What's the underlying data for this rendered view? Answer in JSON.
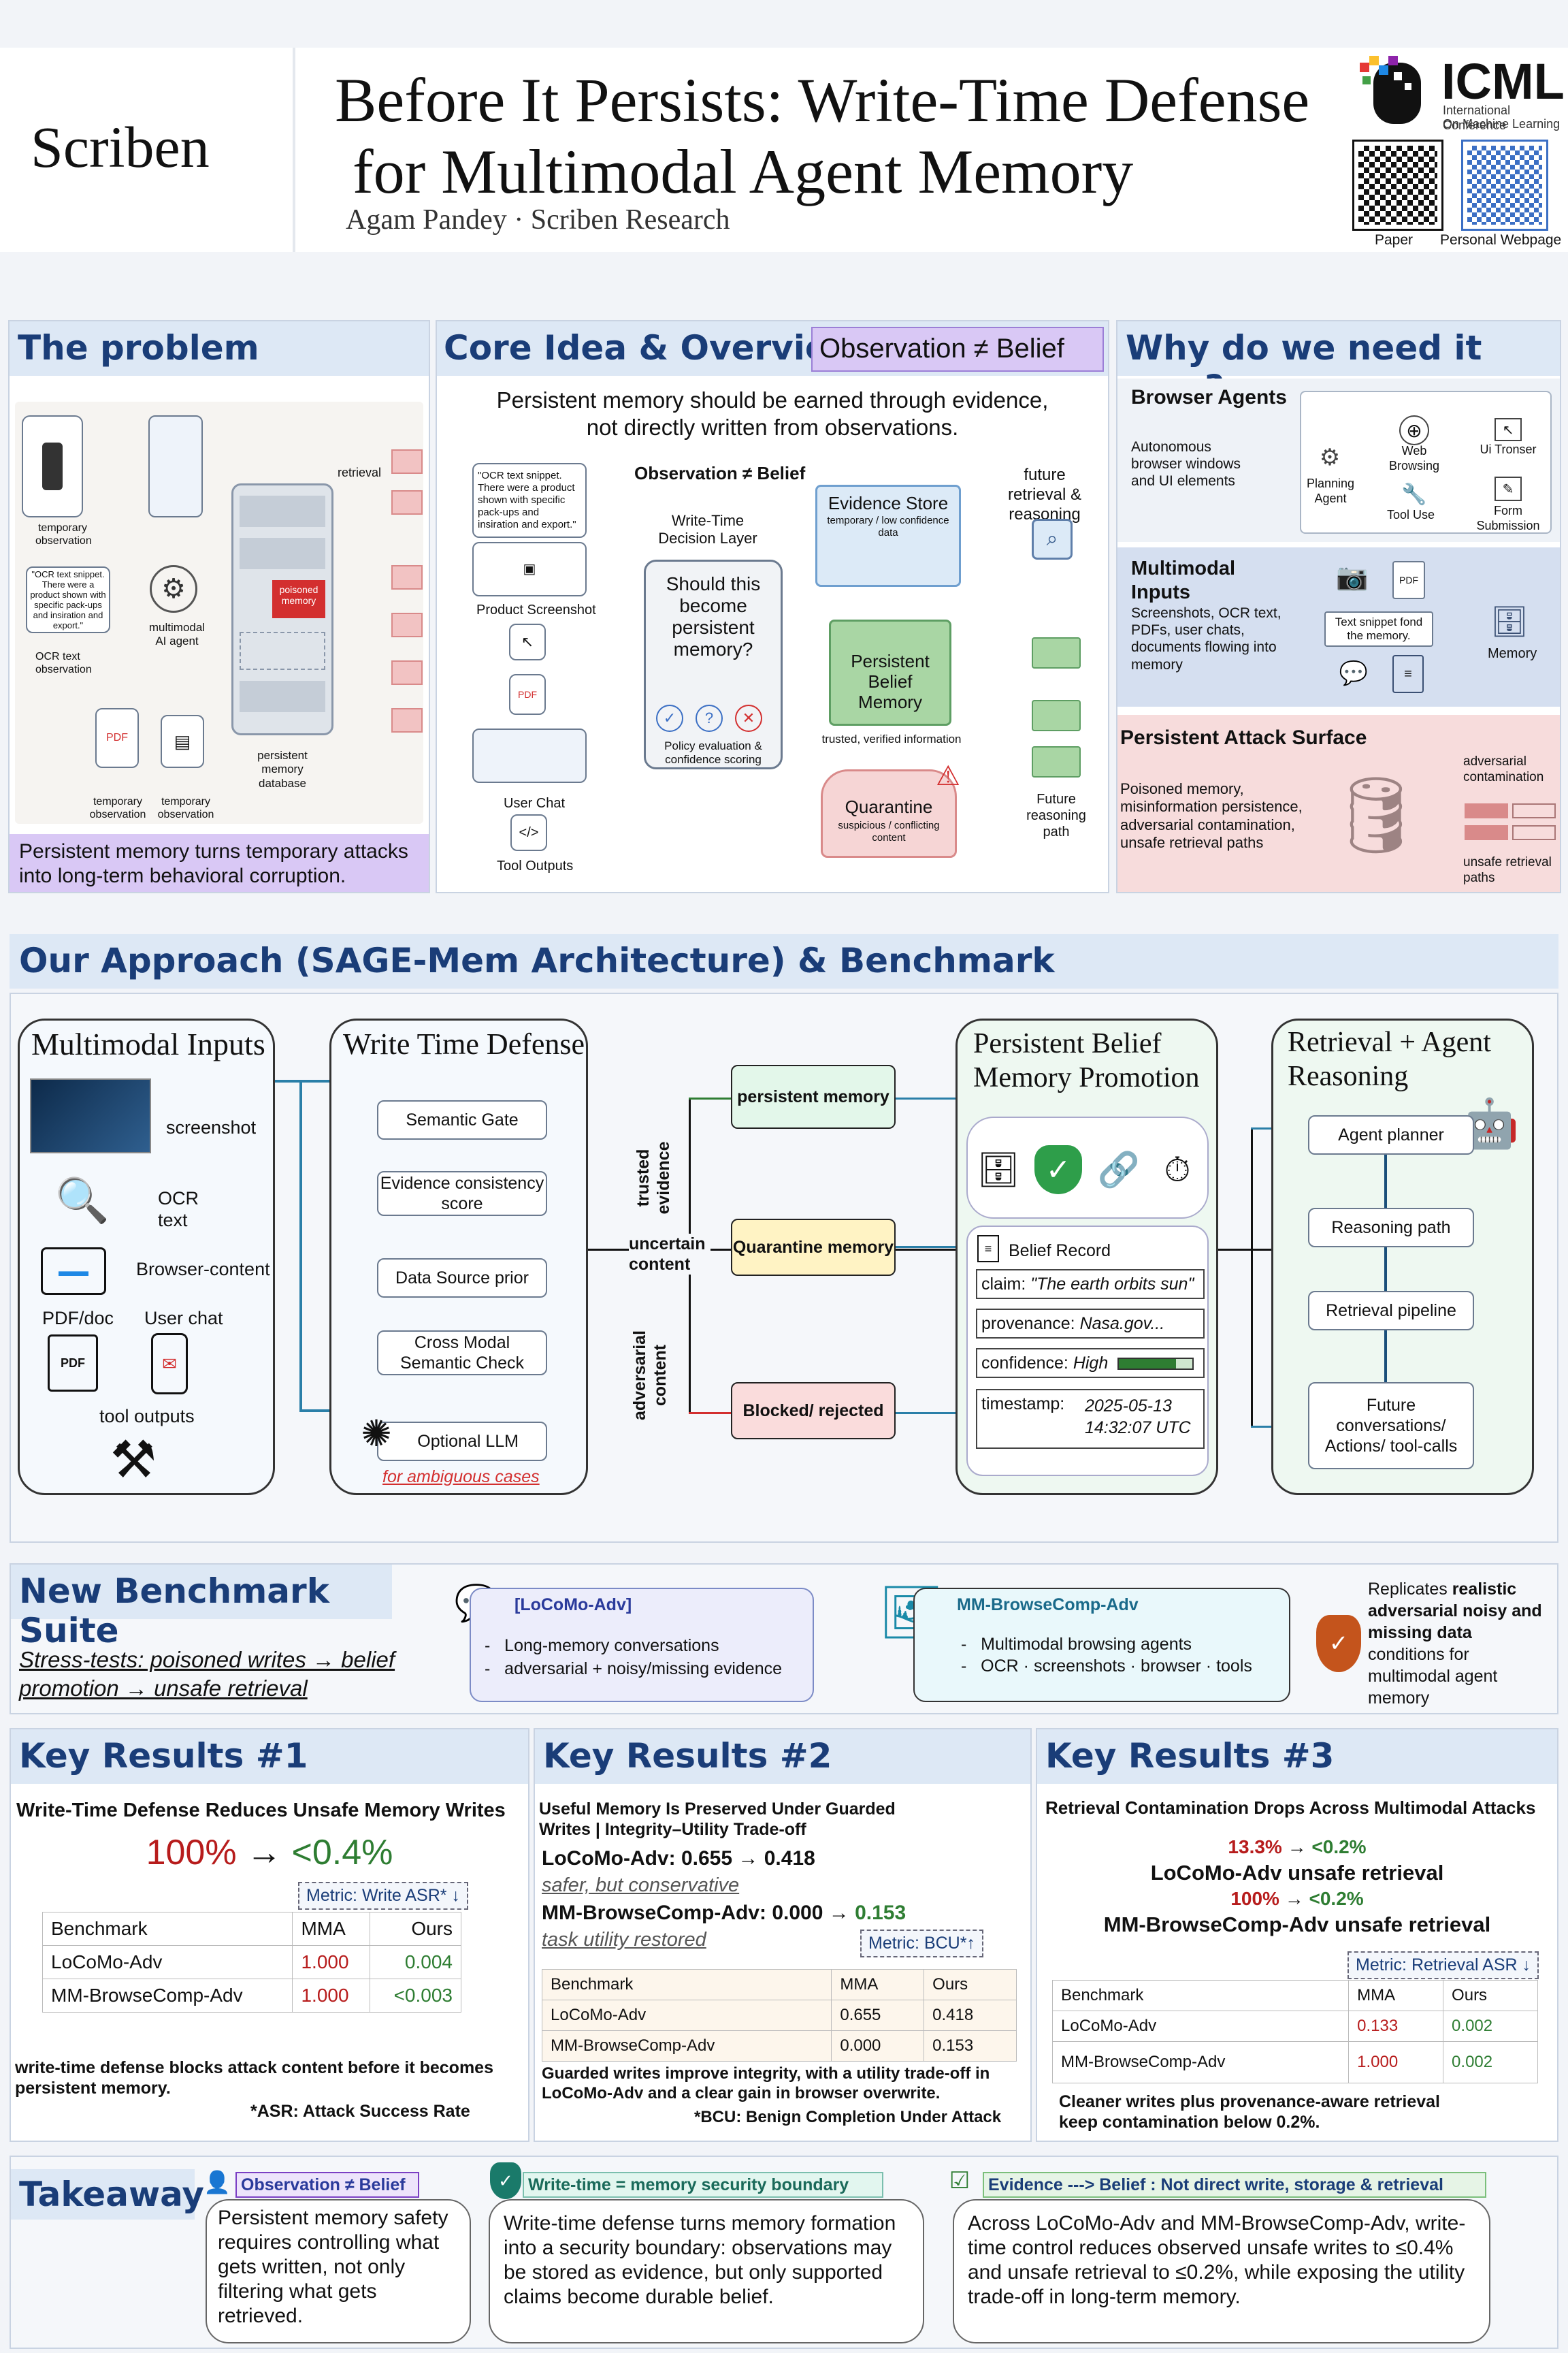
{
  "header": {
    "logo": "Scriben",
    "title_line1": "Before It Persists: Write-Time Defense",
    "title_line2": "for Multimodal Agent Memory",
    "authors": "Agam Pandey · Scriben Research",
    "icml": "ICML",
    "icml_sub1": "International Conference",
    "icml_sub2": "On Machine Learning",
    "qr1": "Paper",
    "qr2": "Personal Webpage"
  },
  "problem": {
    "title": "The problem",
    "caption": "Persistent memory turns temporary attacks into long-term behavioral corruption.",
    "labels": {
      "retrieval": "retrieval",
      "temp_obs": "temporary observation",
      "ocr_snip": "\"OCR text snippet. There were a product shown with specific pack-ups and insiration and export.\"",
      "ocr_obs": "OCR text observation",
      "agent": "multimodal AI agent",
      "poisoned": "poisoned memory",
      "db": "persistent memory database",
      "temp1": "temporary observation",
      "temp2": "temporary observation"
    }
  },
  "core": {
    "title": "Core Idea & Overview",
    "badge": "Observation ≠ Belief",
    "line1": "Persistent memory should be earned through evidence,",
    "line2": "not directly written from observations.",
    "sub": "Observation ≠ Belief",
    "ocr": "\"OCR text snippet. There were a product shown with specific pack-ups and insiration and export.\"",
    "product": "Product Screenshot",
    "user_chat": "User Chat",
    "tool_out": "Tool Outputs",
    "layer": "Write-Time Decision Layer",
    "question": "Should this become persistent memory?",
    "policy": "Policy evaluation & confidence scoring",
    "evidence": "Evidence Store",
    "evidence_sub": "temporary / low confidence data",
    "belief": "Persistent Belief Memory",
    "belief_sub": "trusted, verified information",
    "quarantine": "Quarantine",
    "quarantine_sub": "suspicious / conflicting content",
    "future": "future retrieval & reasoning",
    "future_path": "Future reasoning path"
  },
  "why": {
    "title": "Why do we need it now?",
    "browser_title": "Browser Agents",
    "browser_desc": "Autonomous browser windows and UI elements",
    "planning": "Planning Agent",
    "web": "Web Browsing",
    "tool": "Tool Use",
    "ui": "Ui Tronser",
    "form": "Form Submission",
    "mm_title": "Multimodal Inputs",
    "mm_desc": "Screenshots, OCR text, PDFs, user chats, documents flowing into memory",
    "snippet": "Text snippet fond the memory.",
    "memory": "Memory",
    "pdf": "PDF",
    "attack_title": "Persistent Attack Surface",
    "attack_desc": "Poisoned memory, misinformation persistence, adversarial contamination, unsafe retrieval paths",
    "adv": "adversarial contamination",
    "unsafe": "unsafe retrieval paths"
  },
  "approach": {
    "title": "Our Approach (SAGE-Mem Architecture) & Benchmark",
    "mm_title": "Multimodal Inputs",
    "screenshot": "screenshot",
    "ocr": "OCR text",
    "browser": "Browser-content",
    "pdf": "PDF/doc",
    "chat": "User chat",
    "tools": "tool outputs",
    "wtd_title": "Write Time Defense",
    "gates": [
      "Semantic Gate",
      "Evidence consistency score",
      "Data Source prior",
      "Cross Modal Semantic Check",
      "Optional LLM"
    ],
    "ambiguous": "for ambiguous cases",
    "trusted": "trusted evidence",
    "uncertain": "uncertain content",
    "adversarial": "adversarial content",
    "persistent": "persistent memory",
    "quarantine": "Quarantine memory",
    "blocked": "Blocked/ rejected",
    "pbm_title": "Persistent Belief Memory Promotion",
    "belief_record": "Belief Record",
    "claim_k": "claim:",
    "claim_v": "\"The earth orbits sun\"",
    "prov_k": "provenance:",
    "prov_v": "Nasa.gov...",
    "conf_k": "confidence:",
    "conf_v": "High",
    "ts_k": "timestamp:",
    "ts_v1": "2025-05-13",
    "ts_v2": "14:32:07 UTC",
    "ret_title": "Retrieval + Agent Reasoning",
    "planner": "Agent planner",
    "path": "Reasoning path",
    "pipeline": "Retrieval pipeline",
    "future": "Future conversations/ Actions/ tool-calls"
  },
  "bench": {
    "title": "New Benchmark Suite",
    "desc1": "Stress-tests: poisoned writes → belief",
    "desc2": "promotion → unsafe retrieval",
    "b1_title": "[LoCoMo-Adv]",
    "b1_i1": "Long-memory conversations",
    "b1_i2": "adversarial + noisy/missing evidence",
    "b2_title": "MM-BrowseComp-Adv",
    "b2_i1": "Multimodal browsing agents",
    "b2_i2": "OCR · screenshots · browser · tools",
    "rep1": "Replicates",
    "rep2": "realistic adversarial noisy and missing data",
    "rep3": "conditions for multimodal agent memory"
  },
  "kr1": {
    "title": "Key Results #1",
    "sub": "Write-Time Defense Reduces Unsafe Memory Writes",
    "from": "100%",
    "arrow": "→",
    "to": "<0.4%",
    "metric": "Metric: Write ASR* ↓",
    "head": [
      "Benchmark",
      "MMA",
      "Ours"
    ],
    "rows": [
      [
        "LoCoMo-Adv",
        "1.000",
        "0.004"
      ],
      [
        "MM-BrowseComp-Adv",
        "1.000",
        "<0.003"
      ]
    ],
    "note": "write-time defense blocks attack content before it becomes persistent memory.",
    "foot": "*ASR: Attack Success Rate"
  },
  "kr2": {
    "title": "Key Results #2",
    "sub": "Useful Memory Is Preserved Under Guarded Writes | Integrity–Utility Trade-off",
    "l1a": "LoCoMo-Adv: 0.655",
    "l1b": "0.418",
    "l1n": "safer, but conservative",
    "l2a": "MM-BrowseComp-Adv: 0.000",
    "l2b": "0.153",
    "l2n": "task utility restored",
    "metric": "Metric: BCU*↑",
    "head": [
      "Benchmark",
      "MMA",
      "Ours"
    ],
    "rows": [
      [
        "LoCoMo-Adv",
        "0.655",
        "0.418"
      ],
      [
        "MM-BrowseComp-Adv",
        "0.000",
        "0.153"
      ]
    ],
    "note": "Guarded writes improve integrity, with a utility trade-off in LoCoMo-Adv and a clear gain in browser overwrite.",
    "foot": "*BCU: Benign Completion Under Attack"
  },
  "kr3": {
    "title": "Key Results #3",
    "sub": "Retrieval Contamination Drops Across Multimodal Attacks",
    "r1a": "13.3%",
    "r1b": "<0.2%",
    "r1l": "LoCoMo-Adv unsafe retrieval",
    "r2a": "100%",
    "r2b": "<0.2%",
    "r2l": "MM-BrowseComp-Adv unsafe retrieval",
    "metric": "Metric: Retrieval ASR ↓",
    "head": [
      "Benchmark",
      "MMA",
      "Ours"
    ],
    "rows": [
      [
        "LoCoMo-Adv",
        "0.133",
        "0.002"
      ],
      [
        "MM-BrowseComp-Adv",
        "1.000",
        "0.002"
      ]
    ],
    "note": "Cleaner writes plus provenance-aware retrieval keep contamination below 0.2%."
  },
  "takeaway": {
    "title": "Takeaway",
    "c1_title": "Observation ≠ Belief",
    "c1": "Persistent memory safety requires controlling what gets written, not only filtering what gets retrieved.",
    "c2_title": "Write-time = memory security boundary",
    "c2": "Write-time defense turns memory formation into a security boundary: observations may be stored as evidence, but only supported claims become durable belief.",
    "c3_title": "Evidence ---> Belief : Not direct write, storage & retrieval",
    "c3": "Across LoCoMo-Adv and MM-BrowseComp-Adv, write-time control reduces observed unsafe writes to ≤0.4% and unsafe retrieval to ≤0.2%, while exposing the utility trade-off in long-term memory."
  },
  "colors": {
    "accent": "#1a3d78",
    "red": "#b71c1c",
    "green": "#2e7d32",
    "purple": "#d9c8f5"
  }
}
